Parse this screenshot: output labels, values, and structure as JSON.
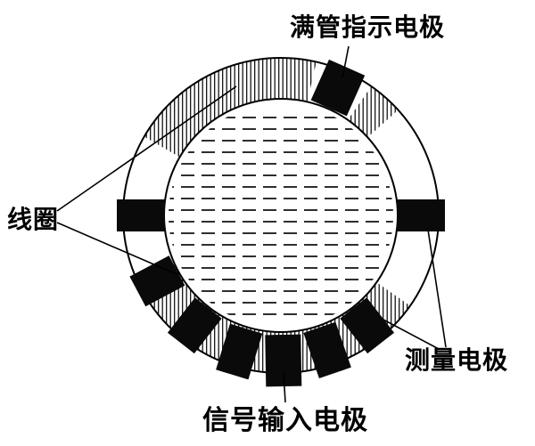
{
  "diagram": {
    "labels": {
      "full_pipe_electrode": "满管指示电极",
      "coil": "线圈",
      "measuring_electrode": "测量电极",
      "signal_input_electrode": "信号输入电极"
    }
  }
}
